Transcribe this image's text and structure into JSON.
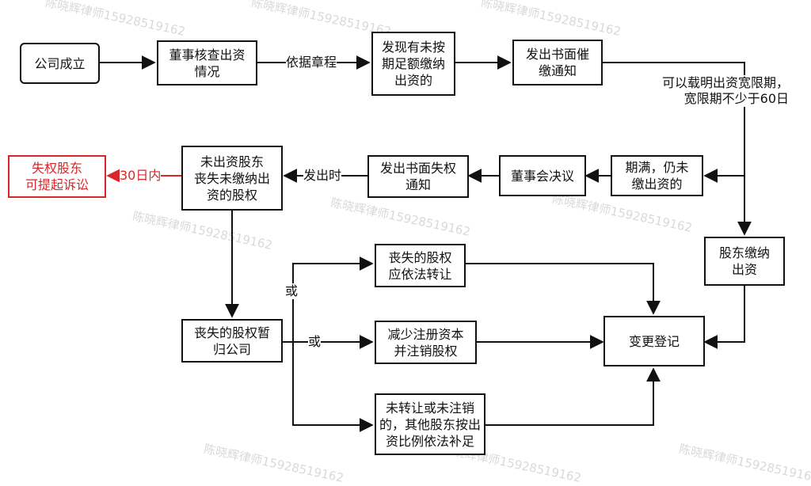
{
  "boxes": {
    "company_founded": "公司成立",
    "board_check": "董事核查出资\n情况",
    "found_unpaid": "发现有未按\n期足额缴纳\n出资的",
    "written_notice": "发出书面催\n缴通知",
    "expired_unpaid": "期满，仍未\n缴出资的",
    "board_resolution": "董事会决议",
    "forfeiture_notice": "发出书面失权\n通知",
    "lose_equity": "未出资股东\n丧失未缴纳出\n资的股权",
    "lawsuit": "失权股东\n可提起诉讼",
    "shareholder_pays": "股东缴纳\n出资",
    "temp_company": "丧失的股权暂\n归公司",
    "transfer": "丧失的股权\n应依法转让",
    "reduce_capital": "减少注册资本\n并注销股权",
    "others_pay": "未转让或未注销\n的，其他股东按出\n资比例依法补足",
    "change_registration": "变更登记"
  },
  "labels": {
    "per_articles": "依据章程",
    "grace_period": "可以载明出资宽限期，\n宽限期不少于60日",
    "when_issued": "发出时",
    "within_30_days": "30日内",
    "or_top": "或",
    "or_mid": "或"
  },
  "watermark": "陈晓辉律师15928519162",
  "colors": {
    "line": "#111111",
    "accent_red": "#d8262a",
    "watermark": "#c9c9c9"
  }
}
